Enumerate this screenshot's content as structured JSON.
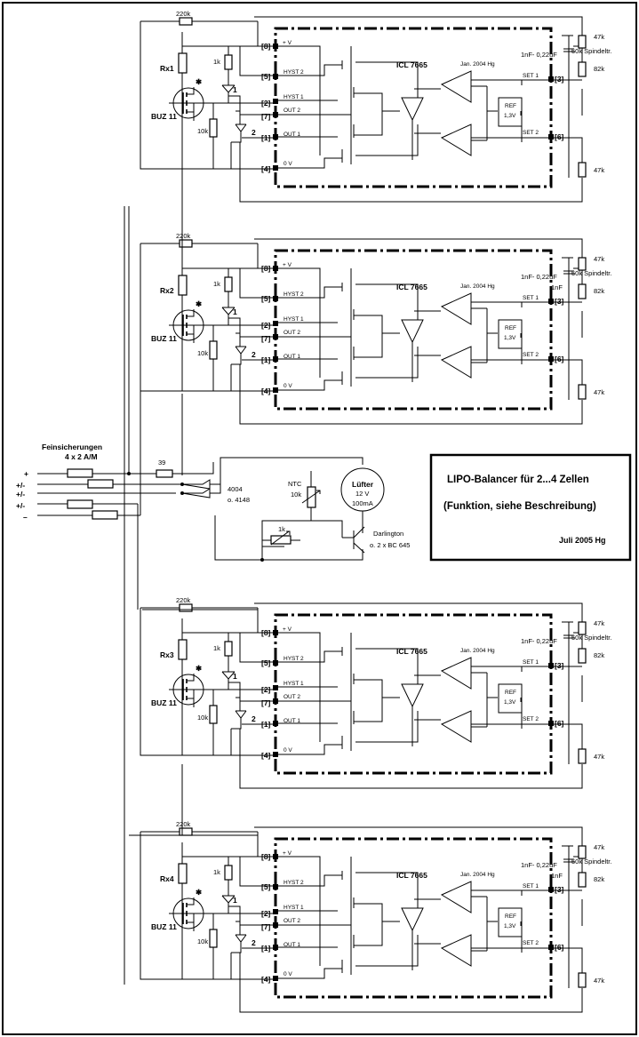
{
  "page": {
    "border": "#000000",
    "background": "#ffffff"
  },
  "cells": [
    {
      "id": "Rx1",
      "resistor": "Rx1",
      "mosfet": "BUZ 11",
      "ic": "ICL 7665",
      "date": "Jan. 2004  Hg",
      "top_res": "220k",
      "pot": "47k",
      "spindle": "50k  Spindeltr.",
      "r82": "82k",
      "r47": "47k",
      "cap": "1nF- 0,22uF",
      "cap2": ""
    },
    {
      "id": "Rx2",
      "resistor": "Rx2",
      "mosfet": "BUZ 11",
      "ic": "ICL 7665",
      "date": "Jan. 2004  Hg",
      "top_res": "220k",
      "pot": "47k",
      "spindle": "50k  Spindeltr.",
      "r82": "82k",
      "r47": "47k",
      "cap": "1nF- 0,22uF",
      "cap2": "1nF"
    },
    {
      "id": "Rx3",
      "resistor": "Rx3",
      "mosfet": "BUZ 11",
      "ic": "ICL 7665",
      "date": "Jan. 2004  Hg",
      "top_res": "220k",
      "pot": "47k",
      "spindle": "50k  Spindeltr.",
      "r82": "82k",
      "r47": "47k",
      "cap": "1nF- 0,22uF",
      "cap2": ""
    },
    {
      "id": "Rx4",
      "resistor": "Rx4",
      "mosfet": "BUZ 11",
      "ic": "ICL 7665",
      "date": "Jan. 2004  Hg",
      "top_res": "220k",
      "pot": "47k",
      "spindle": "50k  Spindeltr.",
      "r82": "82k",
      "r47": "47k",
      "cap": "1nF- 0,22uF",
      "cap2": "1nF"
    }
  ],
  "cell_labels": {
    "r1k": "1k",
    "r10k": "10k",
    "led1": "1",
    "led2": "2",
    "star": "✱",
    "pins": [
      "[8]",
      "[5]",
      "[2]",
      "[7]",
      "[1]",
      "[4]",
      "[3]",
      "[6]"
    ],
    "sig_v": "+ V",
    "sig_hyst2": "HYST 2",
    "sig_hyst1": "HYST 1",
    "sig_out2": "OUT 2",
    "sig_out1": "OUT 1",
    "sig_0v": "0 V",
    "sig_set1": "SET 1",
    "sig_set2": "SET 2",
    "ref": "REF",
    "ref_v": "1,3V"
  },
  "supply": {
    "fuses_title": "Feinsicherungen",
    "fuses_sub": "4 x 2 A/M",
    "terminals": [
      "+",
      "+/-",
      "+/-",
      "+/-",
      "–"
    ],
    "r39": "39",
    "diode1": "4004",
    "diode2": "o. 4148",
    "ntc": "NTC",
    "ntc_val": "10k",
    "fan": "Lüfter",
    "fan_v": "12 V",
    "fan_i": "100mA",
    "pot1k": "1k",
    "darlington": "Darlington",
    "darlington_alt": "o. 2 x BC 645"
  },
  "titlebox": {
    "title": "LIPO-Balancer für 2...4 Zellen",
    "subtitle": "(Funktion, siehe Beschreibung)",
    "date": "Juli 2005  Hg"
  }
}
